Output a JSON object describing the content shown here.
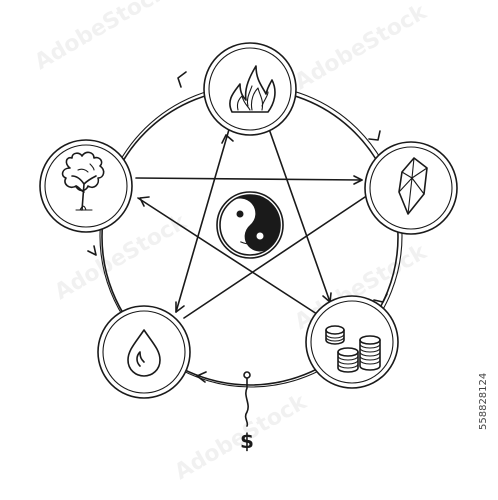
{
  "diagram": {
    "elements": [
      {
        "key": "fire",
        "icon": "fire-icon"
      },
      {
        "key": "earth",
        "icon": "crystal-icon"
      },
      {
        "key": "metal",
        "icon": "coins-icon"
      },
      {
        "key": "water",
        "icon": "water-drop-icon"
      },
      {
        "key": "wood",
        "icon": "tree-icon"
      }
    ],
    "center_icon": "yin-yang-icon",
    "pendant_icon": "dollar-sign-icon",
    "pendant_text": "$",
    "stock_id": "558828124",
    "watermark_text": "AdobeStock",
    "colors": {
      "ink": "#1a1a1a",
      "background": "#ffffff"
    }
  }
}
